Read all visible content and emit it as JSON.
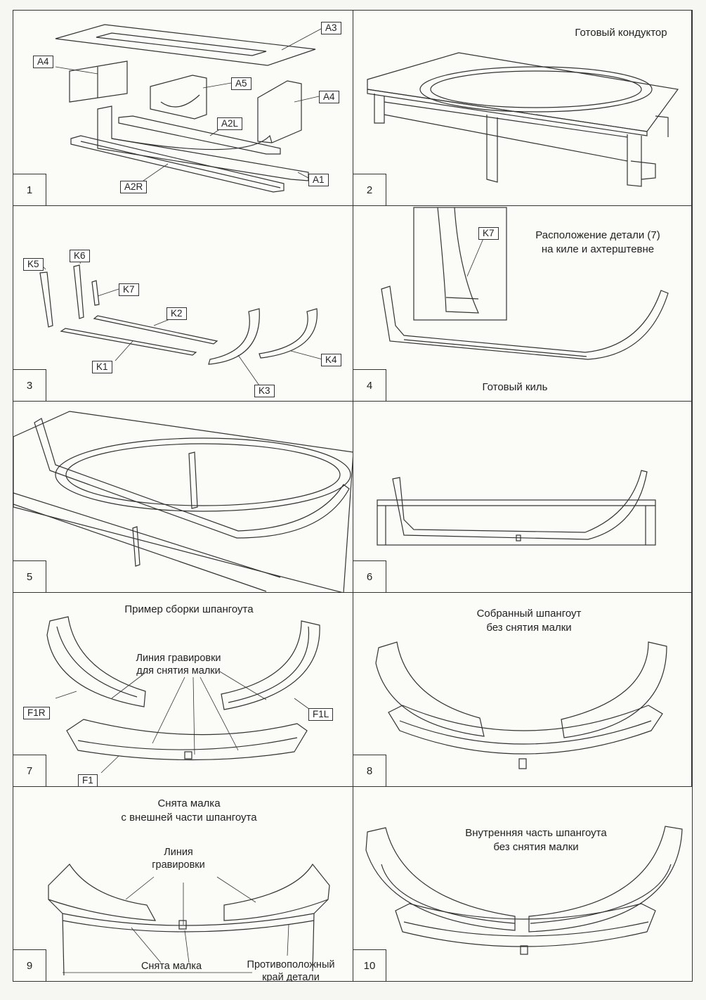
{
  "panels": [
    {
      "num": "1",
      "labels": [
        "A3",
        "A4",
        "A5",
        "A4",
        "A2L",
        "A1",
        "A2R"
      ]
    },
    {
      "num": "2",
      "caption": "Готовый кондуктор"
    },
    {
      "num": "3",
      "labels": [
        "K5",
        "K6",
        "K7",
        "K2",
        "K1",
        "K3",
        "K4"
      ]
    },
    {
      "num": "4",
      "caption": "Расположение детали (7)\nна киле и ахтерштевне",
      "caption2": "Готовый киль",
      "labels": [
        "K7"
      ]
    },
    {
      "num": "5"
    },
    {
      "num": "6"
    },
    {
      "num": "7",
      "caption": "Пример сборки шпангоута",
      "annotation": "Линия гравировки\nдля снятия малки",
      "labels": [
        "F1R",
        "F1L",
        "F1"
      ]
    },
    {
      "num": "8",
      "caption": "Собранный шпангоут\nбез снятия малки"
    },
    {
      "num": "9",
      "caption": "Снята малка\nс внешней части шпангоута",
      "annotation": "Линия\nгравировки",
      "note_removed": "Снята малка",
      "note_opposite": "Противоположный\nкрай детали"
    },
    {
      "num": "10",
      "caption": "Внутренняя часть шпангоута\nбез снятия малки"
    }
  ]
}
